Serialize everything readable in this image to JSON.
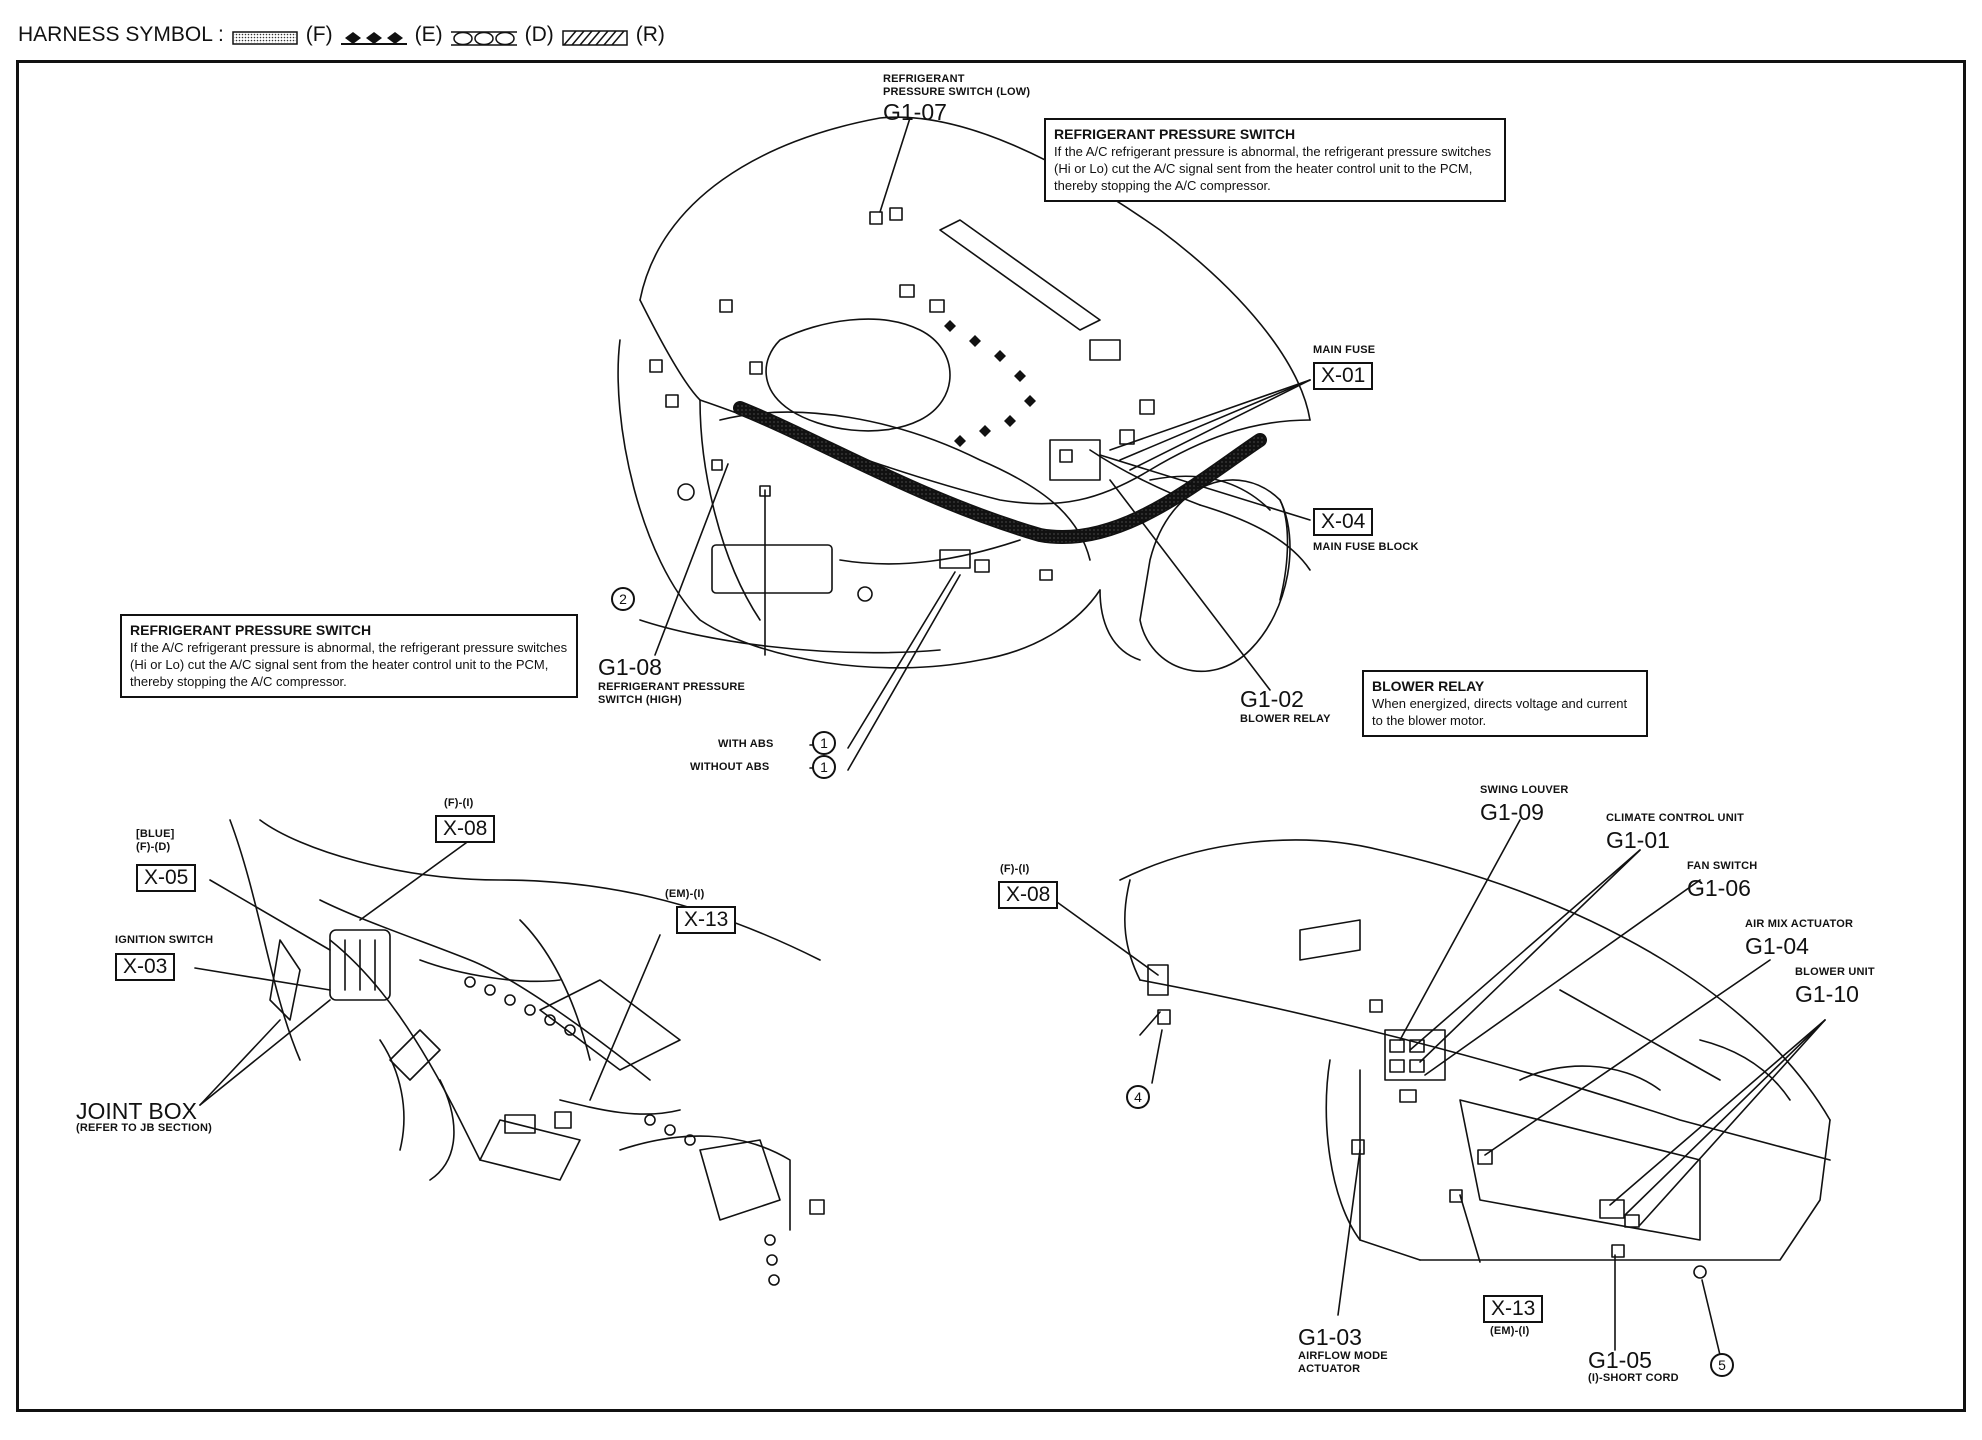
{
  "header": {
    "prefix": "HARNESS SYMBOL :",
    "f": "(F)",
    "e": "(E)",
    "d": "(D)",
    "r": "(R)"
  },
  "labels": {
    "g107_desc": "REFRIGERANT\nPRESSURE SWITCH (LOW)",
    "g107": "G1-07",
    "main_fuse_desc": "MAIN FUSE",
    "x01": "X-01",
    "x04": "X-04",
    "main_fuse_block_desc": "MAIN FUSE BLOCK",
    "g108": "G1-08",
    "g108_desc": "REFRIGERANT PRESSURE\nSWITCH (HIGH)",
    "g102": "G1-02",
    "g102_desc": "BLOWER RELAY",
    "with_abs": "WITH ABS",
    "without_abs": "WITHOUT ABS",
    "circle1": "1",
    "circle2": "2",
    "circle4": "4",
    "circle5": "5",
    "x08_left_tag": "(F)-(I)",
    "x08_left": "X-08",
    "blue_tag": "[BLUE]\n(F)-(D)",
    "x05": "X-05",
    "ignition_desc": "IGNITION SWITCH",
    "x03": "X-03",
    "em_tag": "(EM)-(I)",
    "x13_left": "X-13",
    "joint_box": "JOINT BOX",
    "joint_box_desc": "(REFER TO JB SECTION)",
    "x08_right_tag": "(F)-(I)",
    "x08_right": "X-08",
    "swing_louver_desc": "SWING LOUVER",
    "g109": "G1-09",
    "ccu_desc": "CLIMATE CONTROL UNIT",
    "g101": "G1-01",
    "fan_switch_desc": "FAN SWITCH",
    "g106": "G1-06",
    "air_mix_desc": "AIR MIX ACTUATOR",
    "g104": "G1-04",
    "blower_unit_desc": "BLOWER UNIT",
    "g110": "G1-10",
    "x13_right": "X-13",
    "x13_right_tag": "(EM)-(I)",
    "g103": "G1-03",
    "g103_desc": "AIRFLOW MODE\nACTUATOR",
    "g105": "G1-05",
    "g105_desc": "(I)-SHORT CORD"
  },
  "notes": {
    "top_title": "REFRIGERANT PRESSURE SWITCH",
    "top_body": "If the A/C refrigerant pressure is abnormal, the refrigerant pressure switches (Hi or Lo) cut the A/C signal sent from the heater control unit to the PCM, thereby stopping the A/C compressor.",
    "left_title": "REFRIGERANT PRESSURE SWITCH",
    "left_body": "If the A/C refrigerant pressure is abnormal, the refrigerant pressure switches (Hi or Lo) cut the A/C signal sent from the heater control unit to the PCM, thereby stopping the A/C compressor.",
    "blower_title": "BLOWER RELAY",
    "blower_body": "When energized, directs voltage and current to the blower motor."
  }
}
